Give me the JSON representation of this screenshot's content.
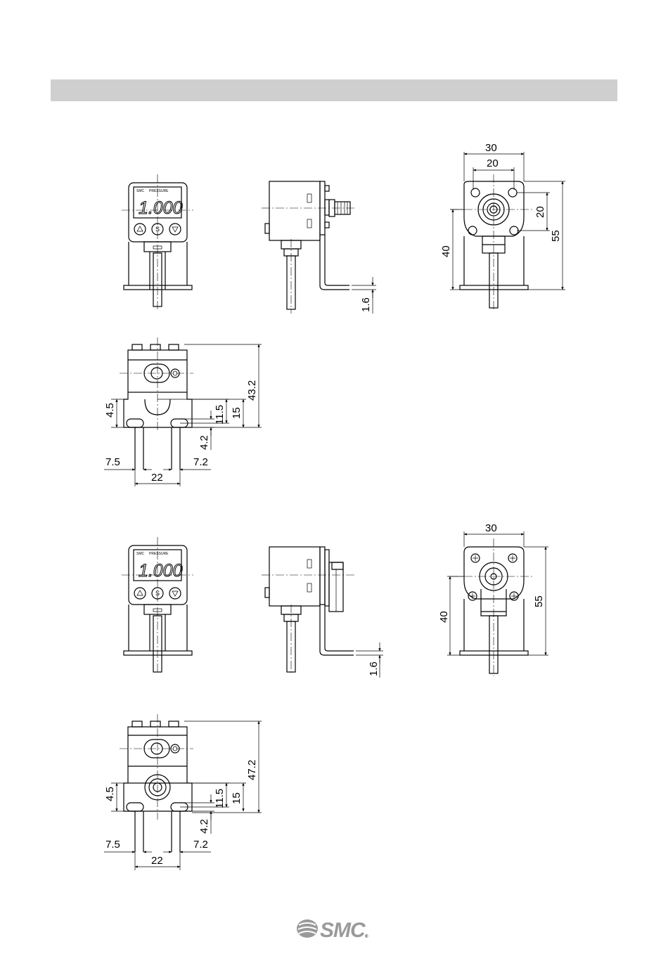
{
  "display": {
    "brand": "SMC",
    "pressure_label": "PRESSURE",
    "digits": "1.000"
  },
  "bracket_a": {
    "thickness": "1.6",
    "width_outer": "30",
    "width_inner": "20",
    "hole_vertical": "20",
    "height_total": "55",
    "height_lower": "40",
    "top": {
      "height": "43.2",
      "offset_a": "4.5",
      "offset_b": "11.5",
      "offset_c": "15",
      "slot": "4.2",
      "left": "7.5",
      "right": "7.2",
      "span": "22"
    }
  },
  "bracket_b": {
    "thickness": "1.6",
    "width_outer": "30",
    "height_total": "55",
    "height_lower": "40",
    "top": {
      "height": "47.2",
      "offset_a": "4.5",
      "offset_b": "11.5",
      "offset_c": "15",
      "slot": "4.2",
      "left": "7.5",
      "right": "7.2",
      "span": "22"
    }
  },
  "footer": {
    "logo": "SMC"
  }
}
